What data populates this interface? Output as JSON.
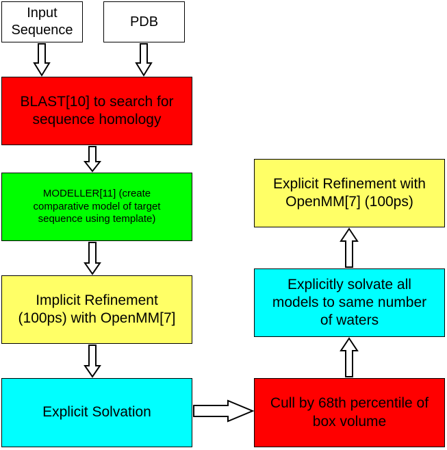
{
  "colors": {
    "red": "#ff0000",
    "green": "#00ff00",
    "yellow": "#ffff66",
    "cyan": "#00ffff",
    "white": "#ffffff",
    "border": "#000000"
  },
  "nodes": {
    "input_sequence": "Input\nSequence",
    "pdb": "PDB",
    "blast": "BLAST[10] to search for\nsequence homology",
    "modeller": "MODELLER[11] (create\ncomparative model of target\nsequence using template)",
    "implicit_refinement": "Implicit Refinement\n(100ps) with OpenMM[7]",
    "explicit_solvation": "Explicit Solvation",
    "cull": "Cull by 68th percentile of\nbox volume",
    "solvate_all": "Explicitly solvate all\nmodels to same number\nof waters",
    "explicit_refinement": "Explicit Refinement with\nOpenMM[7] (100ps)"
  },
  "edges": [
    {
      "from": "Input Sequence",
      "to": "BLAST[10] to search for sequence homology"
    },
    {
      "from": "PDB",
      "to": "BLAST[10] to search for sequence homology"
    },
    {
      "from": "BLAST[10] to search for sequence homology",
      "to": "MODELLER[11]"
    },
    {
      "from": "MODELLER[11]",
      "to": "Implicit Refinement"
    },
    {
      "from": "Implicit Refinement",
      "to": "Explicit Solvation"
    },
    {
      "from": "Explicit Solvation",
      "to": "Cull by 68th percentile of box volume"
    },
    {
      "from": "Cull by 68th percentile of box volume",
      "to": "Explicitly solvate all models to same number of waters"
    },
    {
      "from": "Explicitly solvate all models to same number of waters",
      "to": "Explicit Refinement with OpenMM[7] (100ps)"
    }
  ]
}
